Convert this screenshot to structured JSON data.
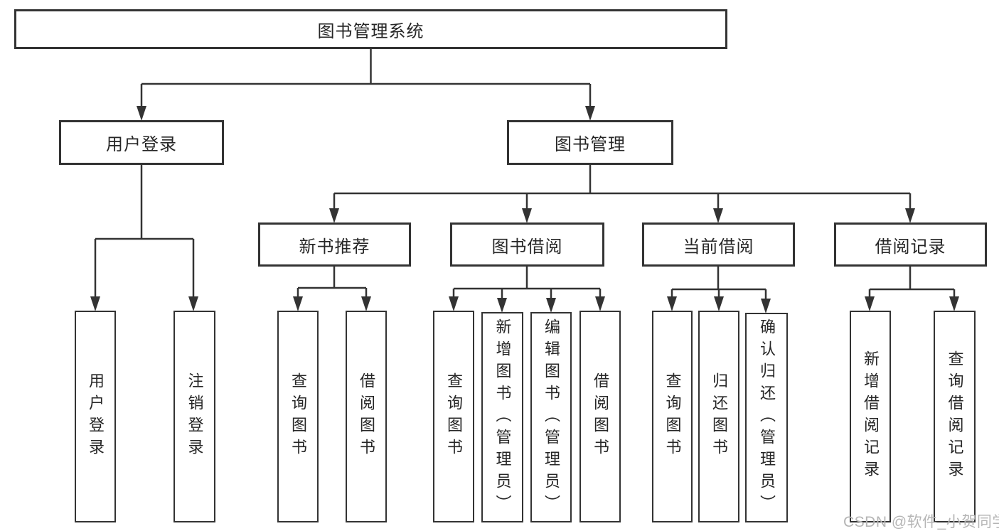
{
  "diagram": {
    "root": {
      "label": "图书管理系统"
    },
    "level2": [
      {
        "label": "用户登录",
        "children": [
          {
            "label": "用户登录"
          },
          {
            "label": "注销登录"
          }
        ]
      },
      {
        "label": "图书管理",
        "children": [
          {
            "label": "新书推荐",
            "children": [
              {
                "label": "查询图书"
              },
              {
                "label": "借阅图书"
              }
            ]
          },
          {
            "label": "图书借阅",
            "children": [
              {
                "label": "查询图书"
              },
              {
                "label": "新增图书（管理员）"
              },
              {
                "label": "编辑图书（管理员）"
              },
              {
                "label": "借阅图书"
              }
            ]
          },
          {
            "label": "当前借阅",
            "children": [
              {
                "label": "查询图书"
              },
              {
                "label": "归还图书"
              },
              {
                "label": "确认归还（管理员）"
              }
            ]
          },
          {
            "label": "借阅记录",
            "children": [
              {
                "label": "新增借阅记录"
              },
              {
                "label": "查询借阅记录"
              }
            ]
          }
        ]
      }
    ]
  },
  "watermark": {
    "text": "CSDN @软件_小贺同学"
  },
  "colors": {
    "line": "#333333",
    "box_border": "#333333",
    "text": "#262626",
    "background": "#ffffff",
    "watermark": "#b5b5b5"
  }
}
